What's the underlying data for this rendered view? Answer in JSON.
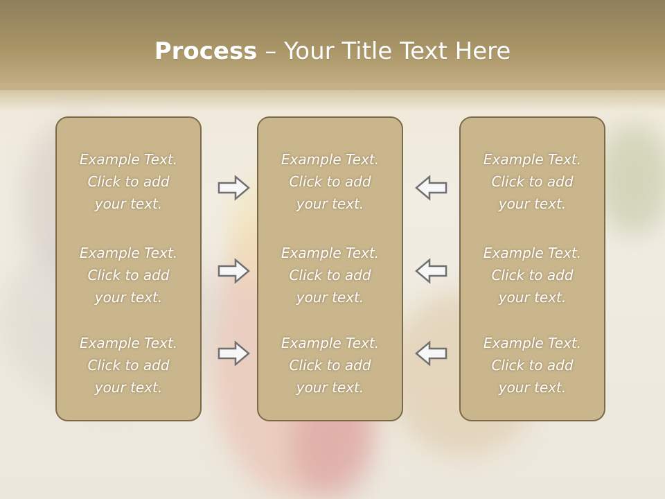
{
  "title": {
    "bold": "Process",
    "rest": " – Your Title Text Here"
  },
  "columns": [
    {
      "items": [
        [
          "Example Text.",
          "Click  to add",
          "your text."
        ],
        [
          "Example Text.",
          "Click  to add",
          "your text."
        ],
        [
          "Example Text.",
          "Click  to add",
          "your text."
        ]
      ]
    },
    {
      "items": [
        [
          "Example Text.",
          "Click  to add",
          "your text."
        ],
        [
          "Example Text.",
          "Click  to add",
          "your text."
        ],
        [
          "Example Text.",
          "Click  to add",
          "your text."
        ]
      ]
    },
    {
      "items": [
        [
          "Example Text.",
          "Click  to add",
          "your text."
        ],
        [
          "Example Text.",
          "Click  to add",
          "your text."
        ],
        [
          "Example Text.",
          "Click  to add",
          "your text."
        ]
      ]
    }
  ],
  "arrows": {
    "left_side": "right-arrow-icon",
    "right_side": "left-arrow-icon"
  },
  "colors": {
    "box_fill": "#c9b68c",
    "box_border": "#7a6a49",
    "header": "#a99566",
    "text": "#ffffff"
  }
}
